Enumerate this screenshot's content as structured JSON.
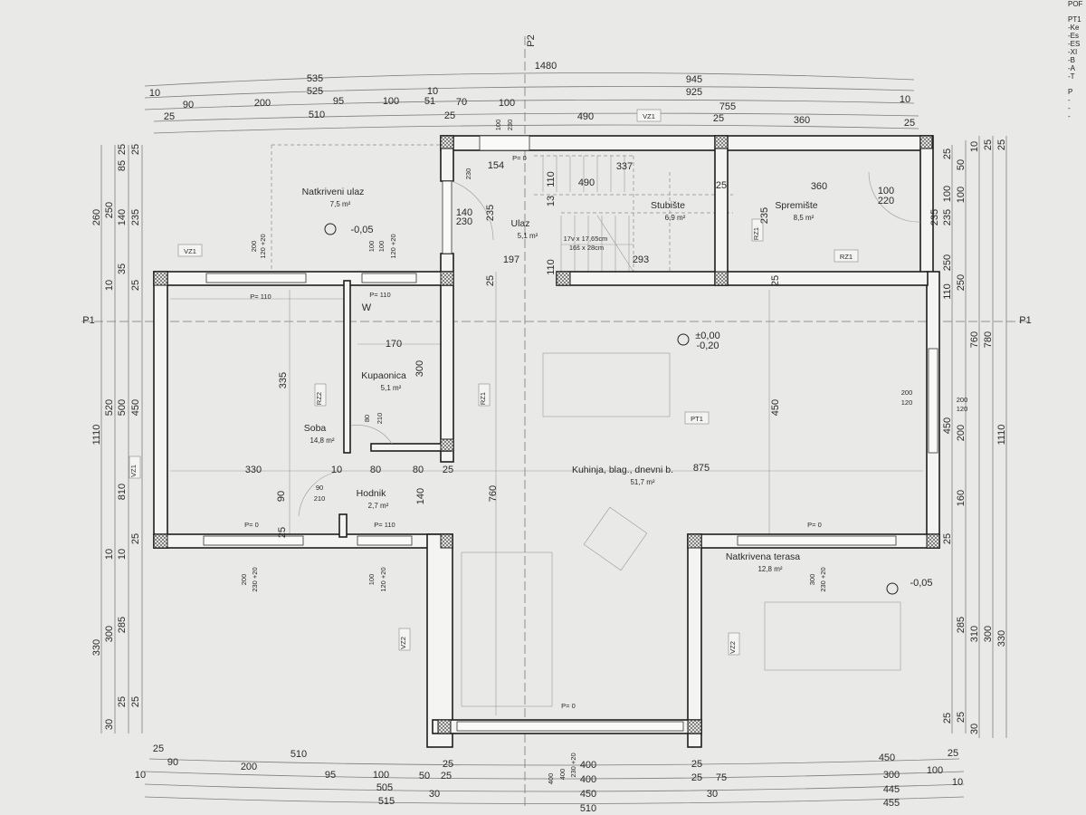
{
  "drawing": {
    "axis_labels": [
      "P2",
      "P1",
      "P1"
    ],
    "rooms": [
      {
        "name": "Natkriveni ulaz",
        "area": "7,5 m²"
      },
      {
        "name": "Ulaz",
        "area": "5,1 m²"
      },
      {
        "name": "Stubište",
        "area": "6,9 m²"
      },
      {
        "name": "Spremište",
        "area": "8,5 m²"
      },
      {
        "name": "Kupaonica",
        "area": "5,1 m²"
      },
      {
        "name": "Soba",
        "area": "14,8 m²"
      },
      {
        "name": "Hodnik",
        "area": "2,7 m²"
      },
      {
        "name": "Kuhinja, blag., dnevni b.",
        "area": "51,7 m²"
      },
      {
        "name": "Natkrivena terasa",
        "area": "12,8 m²"
      }
    ],
    "levels": [
      "-0,05",
      "±0,00",
      "-0,20",
      "-0,05"
    ],
    "tags": [
      "VZ1",
      "RZ1",
      "RZ1",
      "RZ1",
      "RZ2",
      "PT1",
      "VZ1",
      "VZ2",
      "VZ2",
      "VZ1"
    ],
    "stair_notes": [
      "17v x 17,65cm",
      "16š x 28cm"
    ],
    "inner_dims": [
      "154",
      "337",
      "490",
      "110",
      "13",
      "25",
      "360",
      "140",
      "230",
      "235",
      "235",
      "197",
      "110",
      "293",
      "25",
      "100",
      "220",
      "25",
      "170",
      "300",
      "335",
      "330",
      "10",
      "80",
      "80",
      "25",
      "90",
      "140",
      "25",
      "760",
      "875",
      "450",
      "80",
      "210",
      "90",
      "210",
      "200",
      "120",
      "100",
      "230",
      "W"
    ],
    "sill_heights": [
      "P= 0",
      "P= 110",
      "P= 110",
      "P= 0",
      "P= 110",
      "P= 0",
      "P= 0"
    ],
    "opening_dims": [
      "200",
      "120 +20",
      "100",
      "120 +20",
      "200",
      "230 +20",
      "100",
      "120 +20",
      "300",
      "230 +20",
      "400",
      "230 +20",
      "200",
      "120"
    ],
    "dims_top": [
      "1480",
      "535",
      "945",
      "10",
      "525",
      "10",
      "925",
      "10",
      "90",
      "200",
      "95",
      "100",
      "51",
      "70",
      "100",
      "755",
      "25",
      "510",
      "25",
      "490",
      "25",
      "360",
      "25",
      "100",
      "230"
    ],
    "dims_bottom": [
      "25",
      "510",
      "25",
      "400",
      "25",
      "450",
      "25",
      "10",
      "90",
      "200",
      "95",
      "100",
      "50",
      "25",
      "400",
      "25",
      "75",
      "300",
      "100",
      "10",
      "505",
      "30",
      "450",
      "30",
      "445",
      "515",
      "510",
      "455",
      "400"
    ],
    "dims_left": [
      "260",
      "1110",
      "330",
      "250",
      "10",
      "520",
      "10",
      "300",
      "30",
      "85",
      "140",
      "35",
      "500",
      "810",
      "285",
      "25",
      "235",
      "25",
      "450",
      "25",
      "25",
      "10",
      "25",
      "25"
    ],
    "dims_right": [
      "25",
      "235",
      "110",
      "450",
      "25",
      "50",
      "100",
      "250",
      "200",
      "160",
      "285",
      "25",
      "10",
      "760",
      "310",
      "30",
      "25",
      "780",
      "300",
      "1110",
      "330",
      "25",
      "100",
      "235",
      "250",
      "25"
    ],
    "legend_lines": [
      "POF",
      "PT1",
      "-Ke",
      "-Es",
      "-ES",
      "-XI",
      "-B",
      "-A",
      "-T",
      "P",
      "-",
      "-",
      "-"
    ]
  }
}
